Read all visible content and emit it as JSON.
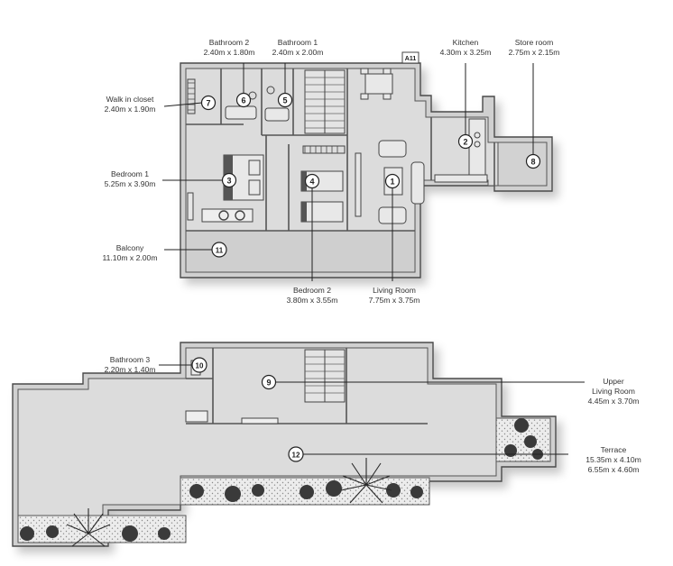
{
  "rooms": [
    {
      "num": "1",
      "name": "Living Room",
      "size": "7.75m x 3.75m"
    },
    {
      "num": "2",
      "name": "Kitchen",
      "size": "4.30m x 3.25m"
    },
    {
      "num": "3",
      "name": "Bedroom 1",
      "size": "5.25m x 3.90m"
    },
    {
      "num": "4",
      "name": "Bedroom 2",
      "size": "3.80m x 3.55m"
    },
    {
      "num": "5",
      "name": "Bathroom 1",
      "size": "2.40m x 2.00m"
    },
    {
      "num": "6",
      "name": "Bathroom 2",
      "size": "2.40m x 1.80m"
    },
    {
      "num": "7",
      "name": "Walk in closet",
      "size": "2.40m x 1.90m"
    },
    {
      "num": "8",
      "name": "Store room",
      "size": "2.75m x 2.15m"
    },
    {
      "num": "9",
      "name": "Upper",
      "name2": "Living Room",
      "size": "4.45m x 3.70m"
    },
    {
      "num": "10",
      "name": "Bathroom 3",
      "size": "2.20m x 1.40m"
    },
    {
      "num": "11",
      "name": "Balcony",
      "size": "11.10m x 2.00m"
    },
    {
      "num": "12",
      "name": "Terrace",
      "size": "15.35m x 4.10m",
      "size2": "6.55m x 4.60m"
    }
  ],
  "lift_label": "A11"
}
